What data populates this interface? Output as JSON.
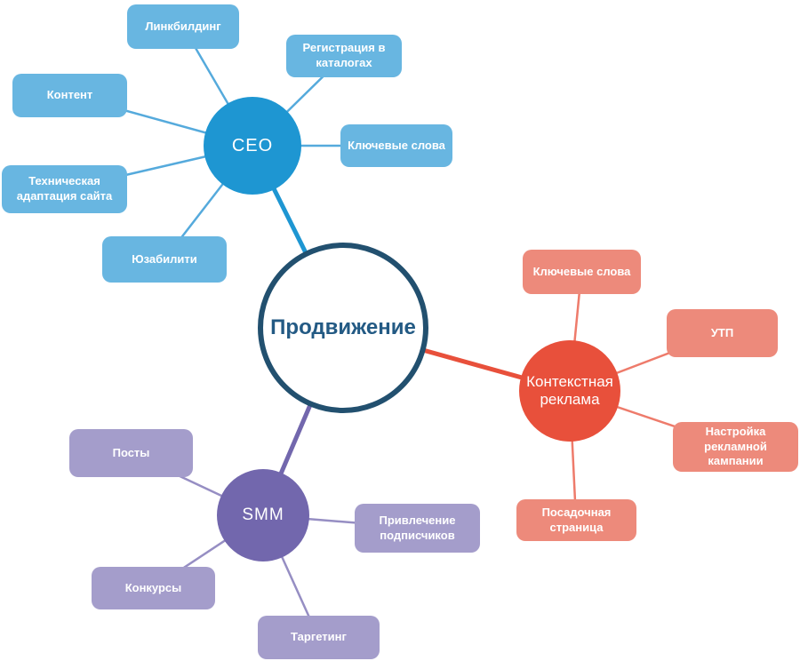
{
  "root": {
    "label": "Продвижение",
    "colors": {
      "border": "#22506F",
      "text": "#235A84",
      "fill": "#FFFFFF"
    }
  },
  "branches": {
    "seo": {
      "label": "CEO",
      "colors": {
        "hub": "#1E96D2",
        "leaf": "#68B6E1",
        "line": "#55AADC"
      },
      "leaves": {
        "linkbuilding": "Линкбилдинг",
        "catalogs": "Регистрация в каталогах",
        "content": "Контент",
        "keywords": "Ключевые слова",
        "tech": "Техническая адаптация сайта",
        "usability": "Юзабилити"
      }
    },
    "context": {
      "label": "Контекстная реклама",
      "colors": {
        "hub": "#E8503B",
        "leaf": "#ED8A7B",
        "line": "#EE7B6B"
      },
      "leaves": {
        "keywords": "Ключевые слова",
        "utp": "УТП",
        "campaign": "Настройка рекламной кампании",
        "landing": "Посадочная страница"
      }
    },
    "smm": {
      "label": "SMM",
      "colors": {
        "hub": "#7267AD",
        "leaf": "#A49DCB",
        "line": "#968EC3"
      },
      "leaves": {
        "posts": "Посты",
        "followers": "Привлечение подписчиков",
        "contests": "Конкурсы",
        "targeting": "Таргетинг"
      }
    }
  }
}
